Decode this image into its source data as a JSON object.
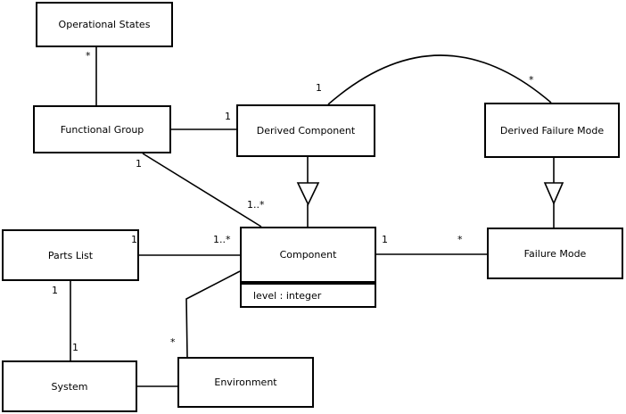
{
  "classes": {
    "operational_states": {
      "label": "Operational States"
    },
    "functional_group": {
      "label": "Functional Group"
    },
    "derived_component": {
      "label": "Derived Component"
    },
    "derived_failure_mode": {
      "label": "Derived Failure Mode"
    },
    "parts_list": {
      "label": "Parts List"
    },
    "component": {
      "label": "Component",
      "attribute": "level : integer"
    },
    "failure_mode": {
      "label": "Failure Mode"
    },
    "system": {
      "label": "System"
    },
    "environment": {
      "label": "Environment"
    }
  },
  "multiplicities": {
    "operational_states_to_functional_group": "*",
    "functional_group_to_derived_component": "1",
    "derived_component_arc_end": "1",
    "derived_failure_mode_arc_end": "*",
    "functional_group_to_component_near": "1",
    "functional_group_to_component_far": "1..*",
    "parts_list_to_component_near": "1",
    "parts_list_to_component_far": "1..*",
    "component_to_failure_mode_near": "1",
    "component_to_failure_mode_far": "*",
    "parts_list_to_system_near": "1",
    "parts_list_to_system_far": "1",
    "environment_to_component": "*"
  },
  "colors": {
    "line": "#000000",
    "background": "#ffffff",
    "box_fill": "#ffffff"
  }
}
